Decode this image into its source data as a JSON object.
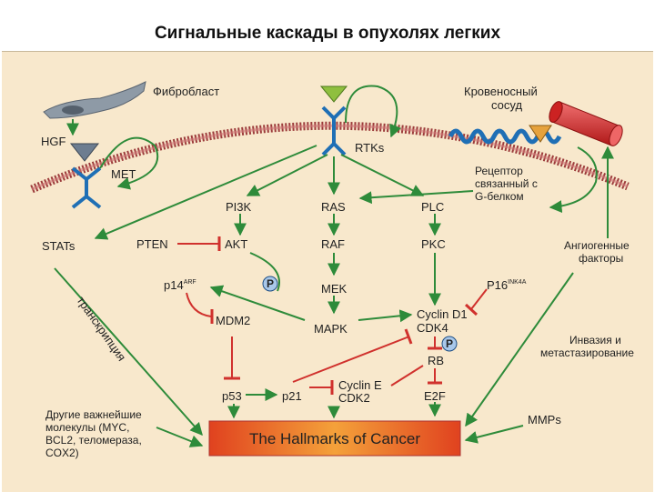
{
  "title": "Сигнальные каскады в опухолях легких",
  "nodes": {
    "fibroblast": "Фибробласт",
    "blood_vessel_1": "Кровеносный",
    "blood_vessel_2": "сосуд",
    "hgf": "HGF",
    "met": "MET",
    "rtks": "RTKs",
    "gpcr_1": "Рецептор",
    "gpcr_2": "связанный с",
    "gpcr_3": "G-белком",
    "pi3k": "PI3K",
    "ras": "RAS",
    "plc": "PLC",
    "stats": "STATs",
    "pten": "PTEN",
    "akt": "AKT",
    "raf": "RAF",
    "pkc": "PKC",
    "angio_1": "Ангиогенные",
    "angio_2": "факторы",
    "p14": "p14",
    "p14_sup": "ARF",
    "p_badge_1": "P",
    "mek": "MEK",
    "cyclin_d1": "Cyclin D1",
    "cdk4": "CDK4",
    "p16": "P16",
    "p16_sup": "INK4A",
    "mdm2": "MDM2",
    "mapk": "MAPK",
    "p_badge_2": "P",
    "invasion_1": "Инвазия и",
    "invasion_2": "метастазирование",
    "transcription": "транскрипция",
    "rb": "RB",
    "p53": "p53",
    "p21": "p21",
    "cyclin_e": "Cyclin E",
    "cdk2": "CDK2",
    "e2f": "E2F",
    "other_1": "Другие важнейшие",
    "other_2": "молекулы (MYC,",
    "other_3": "BCL2, теломераза,",
    "other_4": "COX2)",
    "mmps": "MMPs",
    "hallmarks": "The Hallmarks of Cancer"
  },
  "colors": {
    "activation_arrow": "#2e8b3a",
    "inhibition_arrow": "#d0312d",
    "receptor": "#1f6fb5",
    "background": "#f8e8cc",
    "membrane": "#b04545",
    "blood_vessel": "#d62828"
  }
}
